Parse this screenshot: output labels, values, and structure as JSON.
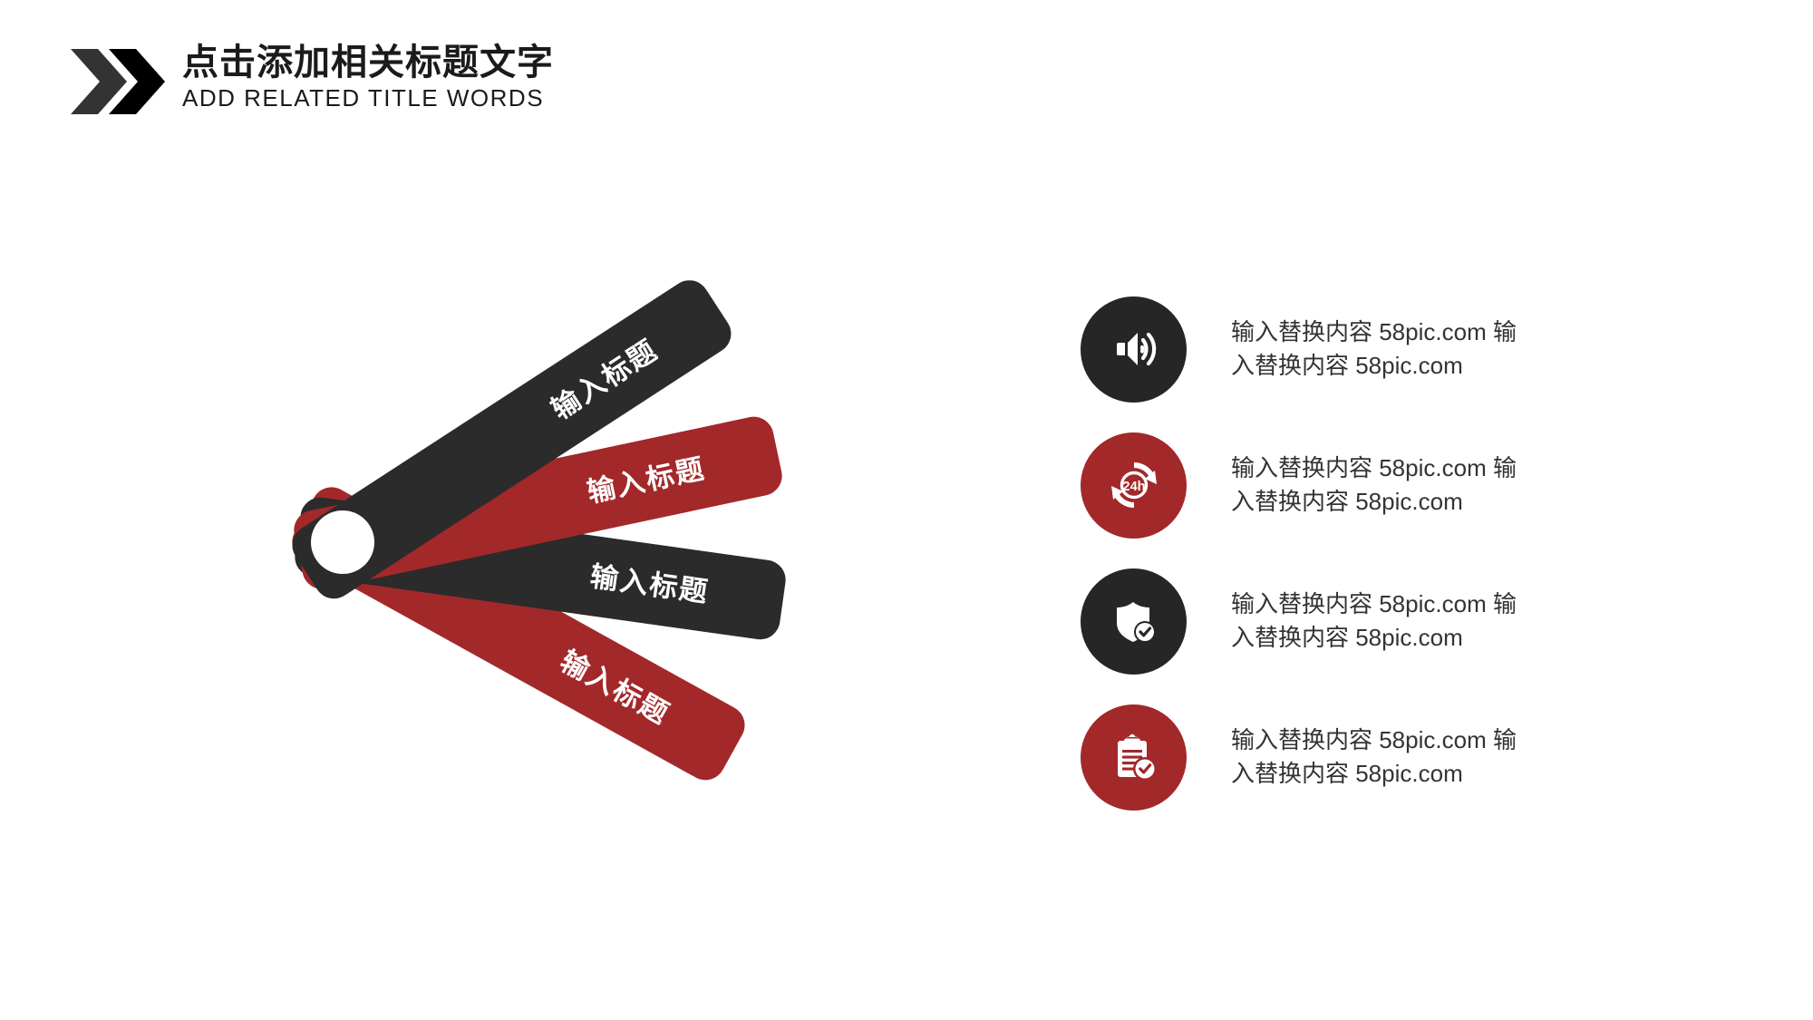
{
  "header": {
    "title": "点击添加相关标题文字",
    "subtitle": "ADD RELATED TITLE WORDS",
    "chevron_1_color": "#333333",
    "chevron_2_color": "#000000"
  },
  "colors": {
    "dark": "#262626",
    "blade_dark": "#2b2b2b",
    "red": "#a3282a",
    "text": "#333333",
    "background": "#ffffff"
  },
  "fan": {
    "pivot_label": "fan-pivot-hole",
    "blades": [
      {
        "label": "输入标题",
        "color": "#2b2b2b",
        "angle": -33
      },
      {
        "label": "输入标题",
        "color": "#a3282a",
        "angle": -12
      },
      {
        "label": "输入标题",
        "color": "#2b2b2b",
        "angle": 8
      },
      {
        "label": "输入标题",
        "color": "#a3282a",
        "angle": 29
      }
    ]
  },
  "list": {
    "items": [
      {
        "icon": "speaker-volume-icon",
        "icon_style": "dark",
        "text": "输入替换内容 58pic.com 输入替换内容 58pic.com"
      },
      {
        "icon": "24h-refresh-icon",
        "icon_style": "red",
        "icon_text": "24h",
        "text": "输入替换内容 58pic.com 输入替换内容 58pic.com"
      },
      {
        "icon": "shield-check-icon",
        "icon_style": "dark",
        "text": "输入替换内容 58pic.com 输入替换内容 58pic.com"
      },
      {
        "icon": "clipboard-check-icon",
        "icon_style": "red",
        "text": "输入替换内容 58pic.com 输入替换内容 58pic.com"
      }
    ]
  }
}
